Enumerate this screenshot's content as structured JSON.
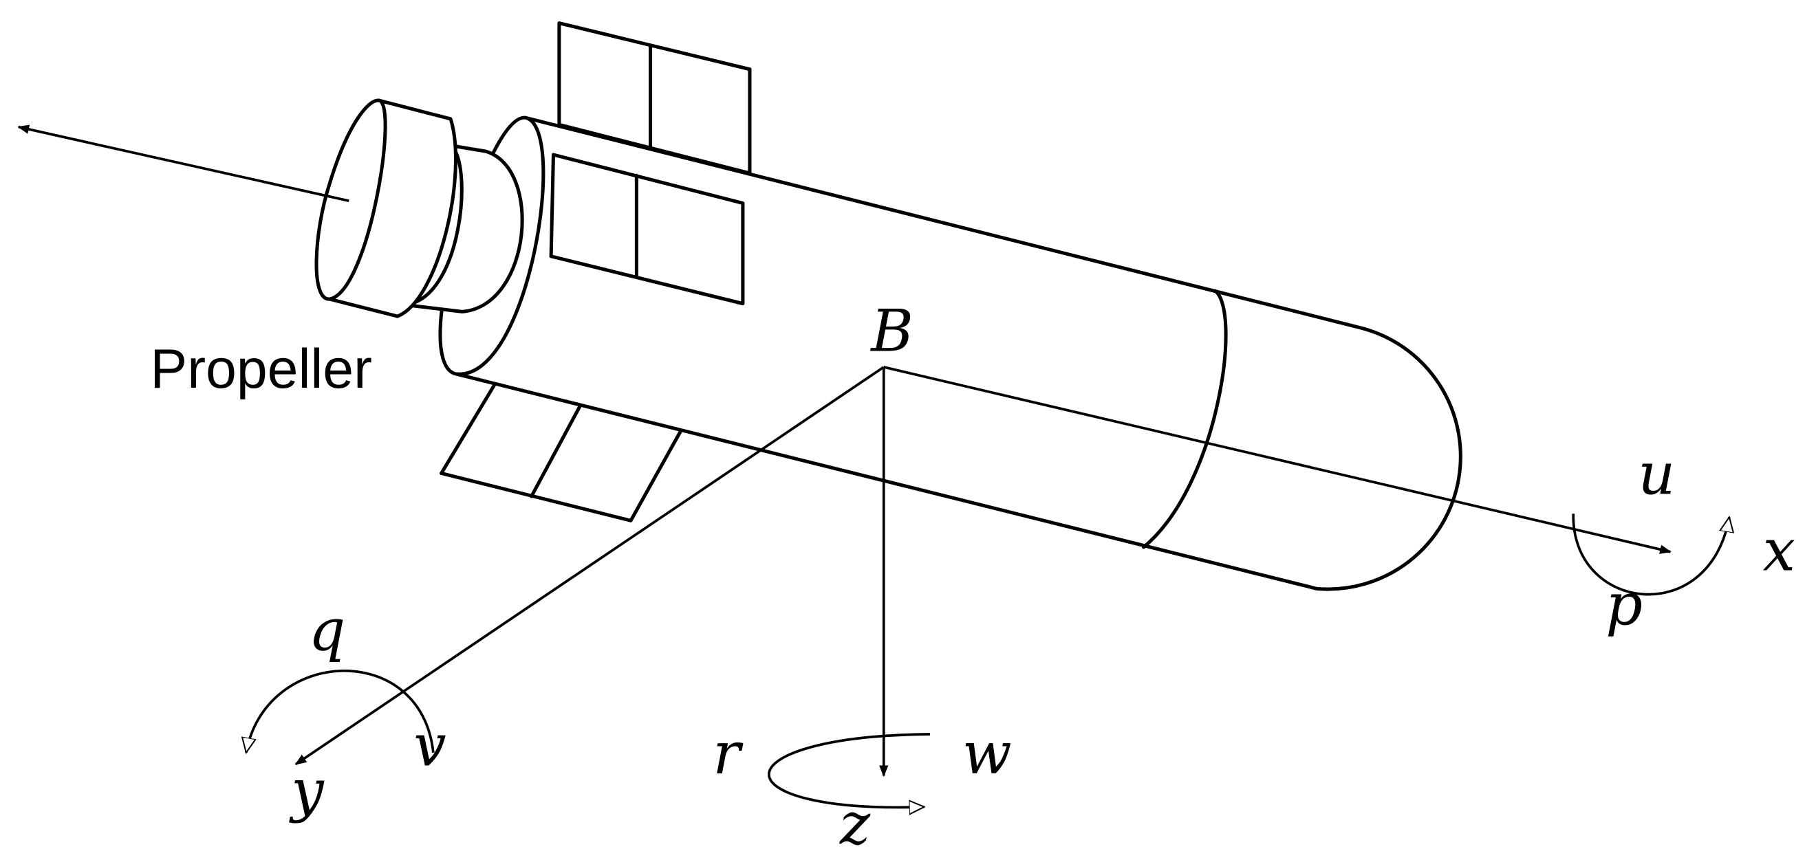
{
  "labels": {
    "origin": "B",
    "propeller": "Propeller",
    "x_axis": "x",
    "y_axis": "y",
    "z_axis": "z",
    "u": "u",
    "v": "v",
    "w": "w",
    "p": "p",
    "q": "q",
    "r": "r"
  },
  "colors": {
    "line": "#000000",
    "background": "#ffffff"
  }
}
